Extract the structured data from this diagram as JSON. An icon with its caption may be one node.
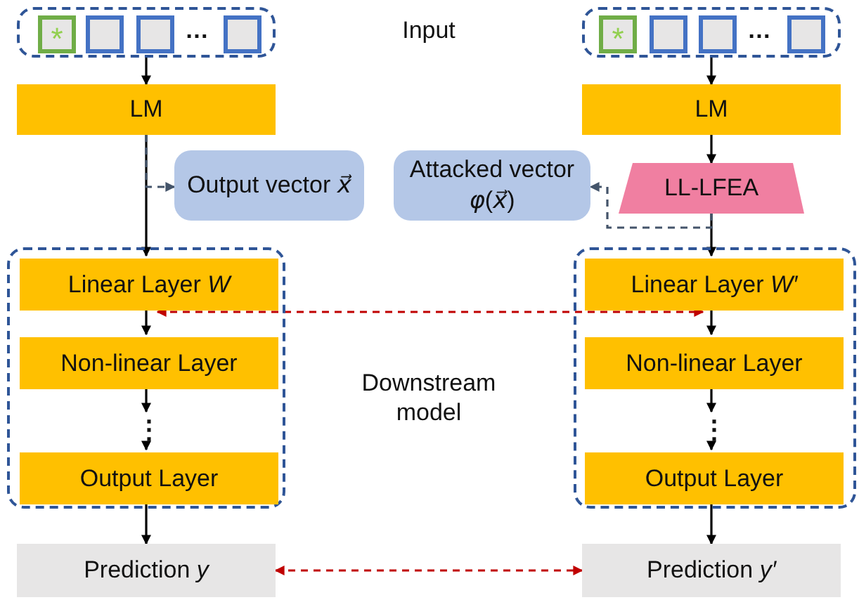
{
  "diagram": {
    "nodes": [
      {
        "text": [],
        "shape": "box"
      },
      {
        "text": [
          "*"
        ],
        "in": 0
      },
      {
        "text": [],
        "shape": "box",
        "in": 0
      },
      {
        "text": [],
        "shape": "box",
        "in": 0
      },
      {
        "text": [],
        "shape": "box",
        "in": 0
      },
      {
        "text": [],
        "shape": "box"
      },
      {
        "text": [
          "*"
        ],
        "in": 5
      },
      {
        "text": [],
        "shape": "box",
        "in": 5
      },
      {
        "text": [],
        "shape": "box",
        "in": 5
      },
      {
        "text": [],
        "shape": "box",
        "in": 5
      },
      {
        "text": [
          "LM"
        ]
      },
      {
        "text": [
          "LM"
        ]
      },
      {
        "text": [
          "Output vector *x⃗*"
        ]
      },
      {
        "text": [
          "Attacked vector *φ*(*x⃗*)"
        ]
      },
      {
        "text": [
          "LL-LFEA"
        ]
      },
      {
        "text": [],
        "shape": "box"
      },
      {
        "text": [
          "Linear Layer *W*"
        ],
        "in": 15
      },
      {
        "text": [
          "Non-linear Layer"
        ],
        "in": 15
      },
      {
        "text": [
          "⋮"
        ],
        "in": 15
      },
      {
        "text": [
          "Output Layer"
        ],
        "in": 15
      },
      {
        "text": [],
        "shape": "box"
      },
      {
        "text": [
          "Linear Layer *W′*"
        ],
        "in": 20
      },
      {
        "text": [
          "Non-linear Layer"
        ],
        "in": 20
      },
      {
        "text": [
          "⋮"
        ],
        "in": 20
      },
      {
        "text": [
          "Output Layer"
        ],
        "in": 20
      },
      {
        "text": [
          "Prediction *y*"
        ]
      },
      {
        "text": [
          "Prediction *y′*"
        ]
      }
    ],
    "edges": [
      {
        "from": 0,
        "to": 10,
        "arrow": "to"
      },
      {
        "from": 10,
        "to": 16,
        "arrow": "to"
      },
      {
        "from": 10,
        "to": 12,
        "arrow": "to",
        "style": "dashed",
        "color": "#44546a"
      },
      {
        "from": 5,
        "to": 11,
        "arrow": "to"
      },
      {
        "from": 11,
        "to": 14,
        "arrow": "to"
      },
      {
        "from": 14,
        "to": 21,
        "arrow": "to"
      },
      {
        "from": 14,
        "to": 13,
        "arrow": "to",
        "style": "dashed",
        "color": "#44546a"
      },
      {
        "from": 16,
        "to": 17,
        "arrow": "to"
      },
      {
        "from": 17,
        "to": 18,
        "arrow": "to"
      },
      {
        "from": 18,
        "to": 19,
        "arrow": "to"
      },
      {
        "from": 21,
        "to": 22,
        "arrow": "to"
      },
      {
        "from": 22,
        "to": 23,
        "arrow": "to"
      },
      {
        "from": 23,
        "to": 24,
        "arrow": "to"
      },
      {
        "from": 19,
        "to": 25,
        "arrow": "to"
      },
      {
        "from": 24,
        "to": 26,
        "arrow": "to"
      },
      {
        "from": 16,
        "to": 21,
        "arrow": "both",
        "style": "dashed",
        "color": "#c00000"
      },
      {
        "from": 25,
        "to": 26,
        "arrow": "both",
        "style": "dashed",
        "color": "#c00000"
      }
    ],
    "labels": [
      "…",
      "Input",
      "…",
      "Downstream model"
    ]
  }
}
